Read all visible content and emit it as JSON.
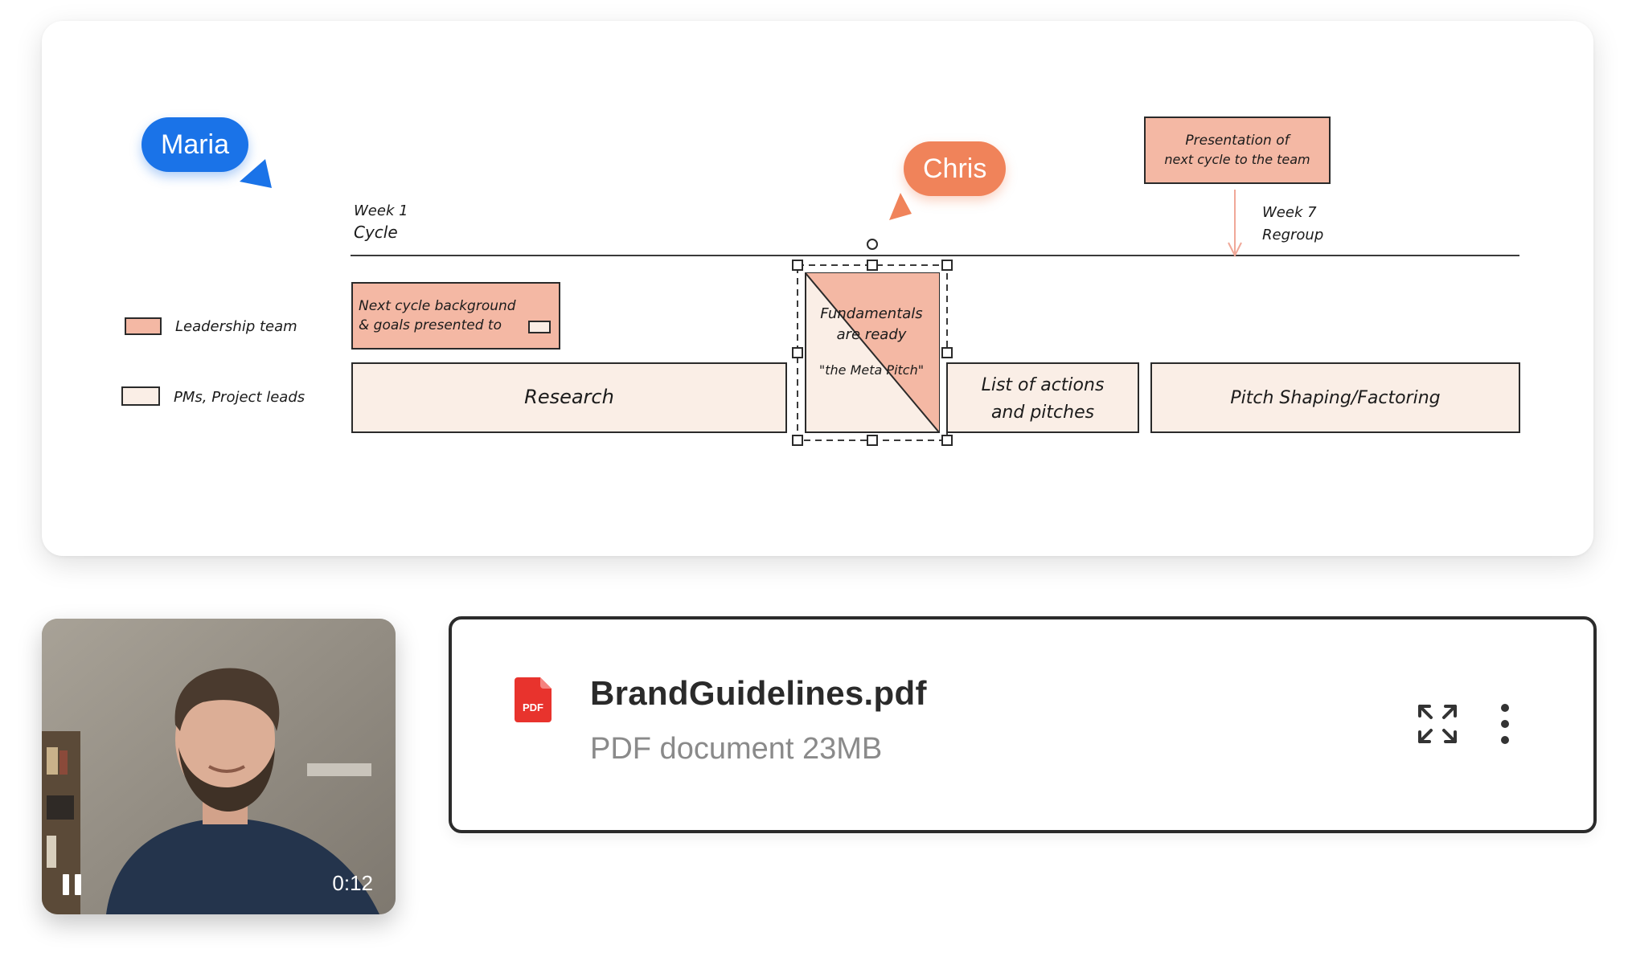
{
  "board": {
    "cursors": {
      "maria": "Maria",
      "chris": "Chris"
    },
    "colors": {
      "maria": "#1a73e8",
      "chris": "#f0835a",
      "leadership_fill": "#f4b8a4",
      "pm_fill": "#faeee6",
      "stroke": "#2a2a2a"
    },
    "timeline": {
      "start_week": "Week 1",
      "start_label": "Cycle",
      "end_week": "Week 7",
      "end_label": "Regroup"
    },
    "legend": {
      "leadership": "Leadership team",
      "pms": "PMs, Project leads"
    },
    "blocks": {
      "next_cycle_line1": "Next cycle background",
      "next_cycle_line2": "& goals presented to",
      "research": "Research",
      "fundamentals_line1": "Fundamentals",
      "fundamentals_line2": "are ready",
      "meta_pitch": "\"the Meta Pitch\"",
      "actions_line1": "List of actions",
      "actions_line2": "and pitches",
      "pitch_shaping": "Pitch Shaping/Factoring",
      "presentation_line1": "Presentation of",
      "presentation_line2": "next cycle to the team"
    }
  },
  "video": {
    "time": "0:12",
    "icon": "pause-icon"
  },
  "file": {
    "name": "BrandGuidelines.pdf",
    "meta": "PDF document 23MB",
    "icon_badge": "PDF",
    "icon_color": "#e8332d",
    "icons": [
      "pdf-icon",
      "expand-icon",
      "more-vertical-icon"
    ]
  }
}
